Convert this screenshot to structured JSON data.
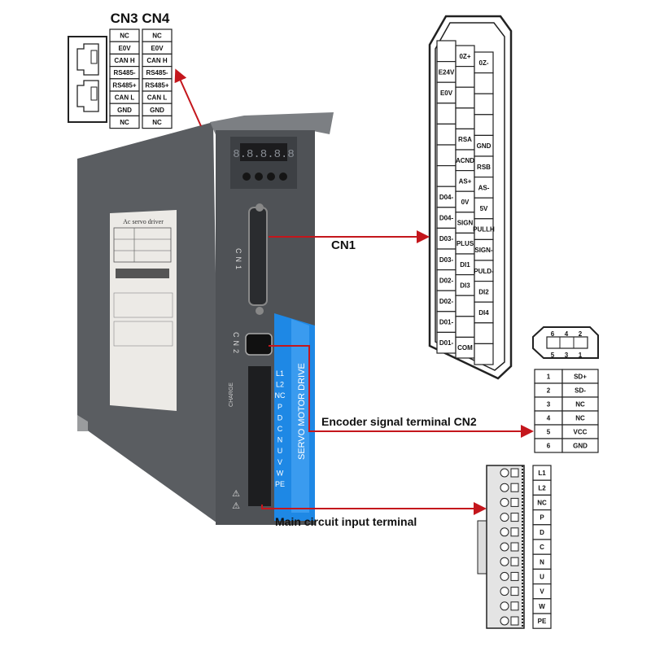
{
  "titles": {
    "cn3_cn4": "CN3 CN4",
    "cn1": "CN1",
    "cn2": "Encoder signal terminal CN2",
    "main": "Main circuit input terminal"
  },
  "cn3_pins": [
    "NC",
    "E0V",
    "CAN H",
    "RS485-",
    "RS485+",
    "CAN L",
    "GND",
    "NC"
  ],
  "cn4_pins": [
    "NC",
    "E0V",
    "CAN H",
    "RS485-",
    "RS485+",
    "CAN L",
    "GND",
    "NC"
  ],
  "cn1": {
    "left": [
      "",
      "E24V",
      "E0V",
      "",
      "",
      "",
      "",
      "D04-",
      "D04-",
      "D03-",
      "D03-",
      "D02-",
      "D02-",
      "D01-",
      "D01-"
    ],
    "middle": [
      "0Z+",
      "",
      "",
      "",
      "RSA",
      "ACND",
      "AS+",
      "0V",
      "SIGN",
      "PLUS",
      "DI1",
      "DI3",
      "",
      "",
      "COM"
    ],
    "right": [
      "0Z-",
      "",
      "",
      "",
      "GND",
      "RSB",
      "AS-",
      "5V",
      "PULLH",
      "SIGN-",
      "PULD-",
      "DI2",
      "DI4",
      "",
      ""
    ]
  },
  "cn2": {
    "connector_top": [
      "6",
      "4",
      "2"
    ],
    "connector_bottom": [
      "5",
      "3",
      "1"
    ],
    "rows": [
      [
        "1",
        "SD+"
      ],
      [
        "2",
        "SD-"
      ],
      [
        "3",
        "NC"
      ],
      [
        "4",
        "NC"
      ],
      [
        "5",
        "VCC"
      ],
      [
        "6",
        "GND"
      ]
    ]
  },
  "main_terminal": [
    "L1",
    "L2",
    "NC",
    "P",
    "D",
    "C",
    "N",
    "U",
    "V",
    "W",
    "PE"
  ],
  "device": {
    "label_title": "Ac servo driver",
    "display": "8.8.8.8.8",
    "cn1_mark": "CN1",
    "cn2_mark": "CN2",
    "charge": "CHARGE",
    "brand_text": "SERVO MOTOR DRIVE",
    "terminal_marks": [
      "L1",
      "L2",
      "NC",
      "P",
      "D",
      "C",
      "N",
      "U",
      "V",
      "W",
      "PE"
    ]
  },
  "colors": {
    "arrow": "#c4161c",
    "blue": "#1e88e5",
    "body": "#55585c"
  }
}
